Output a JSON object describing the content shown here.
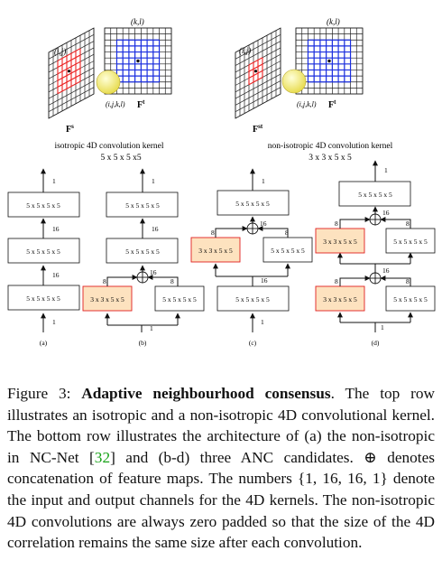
{
  "top": {
    "left_grid_label": "(i,j)",
    "left_grid2_label": "(k,l)",
    "left_point_label": "(i,j,k,l)",
    "left_fs": "F",
    "left_fs_sup": "s",
    "left_ft": "F",
    "left_ft_sup": "t",
    "left_caption": "isotropic 4D convolution kernel",
    "left_size": "5 x 5 x 5 x5",
    "right_grid_label": "(i,j)",
    "right_grid2_label": "(k,l)",
    "right_point_label": "(i,j,k,l)",
    "right_fs": "F",
    "right_fs_sup": "st",
    "right_ft": "F",
    "right_ft_sup": "t",
    "right_caption": "non-isotropic 4D convolution kernel",
    "right_size": "3 x 3 x 5 x 5"
  },
  "nets": {
    "a": {
      "label": "(a)",
      "boxes": [
        "5 x 5 x 5 x 5",
        "5 x 5 x 5 x 5",
        "5 x 5 x 5 x 5"
      ],
      "channels": [
        "1",
        "16",
        "16",
        "1"
      ]
    },
    "b": {
      "label": "(b)",
      "top_box": "5 x 5 x 5 x 5",
      "mid_box": "5 x 5 x 5 x 5",
      "aniso_box": "3 x 3 x 5 x 5",
      "iso_box": "5 x 5 x 5 x 5",
      "channels": [
        "1",
        "16",
        "16",
        "8",
        "8",
        "1"
      ]
    },
    "c": {
      "label": "(c)",
      "top_box": "5 x 5 x 5 x 5",
      "aniso_box": "3 x 3 x 5 x 5",
      "iso_box": "5 x 5 x 5 x 5",
      "bottom_box": "5 x 5 x 5 x 5",
      "channels": [
        "1",
        "16",
        "8",
        "8",
        "16",
        "1"
      ]
    },
    "d": {
      "label": "(d)",
      "top_box": "5 x 5 x 5 x 5",
      "aniso_box_upper": "3 x 3 x 5 x 5",
      "iso_box_upper": "5 x 5 x 5 x 5",
      "aniso_box_lower": "3 x 3 x 5 x 5",
      "iso_box_lower": "5 x 5 x 5 x 5",
      "channels": [
        "1",
        "16",
        "8",
        "8",
        "16",
        "8",
        "8",
        "1"
      ]
    }
  },
  "caption": {
    "prefix": "Figure 3: ",
    "title": "Adaptive neighbourhood consensus",
    "t1": ". The top row illustrates an isotropic and a non-isotropic 4D convolutional kernel. The bottom row illustrates the architecture of (a) the non-isotropic in NC-Net [",
    "ref": "32",
    "t2": "] and (b-d) three ANC candidates. ⊕ denotes concatenation of feature maps. The numbers {1, 16, 16, 1} denote the input and output channels for the 4D kernels. The non-isotropic 4D convolutions are always zero padded so that the size of the 4D correlation remains the same size after each convolution."
  },
  "colors": {
    "aniso_fill": "#fde2bf",
    "aniso_stroke": "#e02020",
    "grid_red": "#ee2222",
    "grid_blue": "#1a2ee0",
    "sphere": "#f7f08a",
    "ref": "#19a319"
  }
}
